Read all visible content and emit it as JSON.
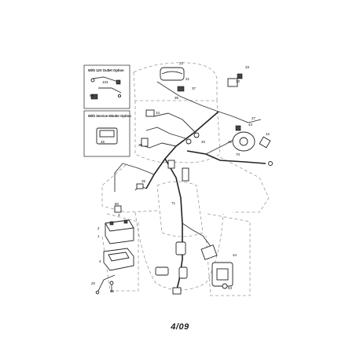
{
  "insets": {
    "outlet_title": "With 12V Outlet Option",
    "meter_title": "With Service Minder Option"
  },
  "callouts": [
    "22",
    "33",
    "30",
    "21",
    "35",
    "37",
    "103",
    "69",
    "34",
    "27",
    "43",
    "41",
    "42",
    "25",
    "40",
    "46",
    "35",
    "80",
    "70",
    "3",
    "4",
    "71",
    "2",
    "1",
    "44",
    "53",
    "20",
    "55"
  ],
  "page_code": "4/09"
}
